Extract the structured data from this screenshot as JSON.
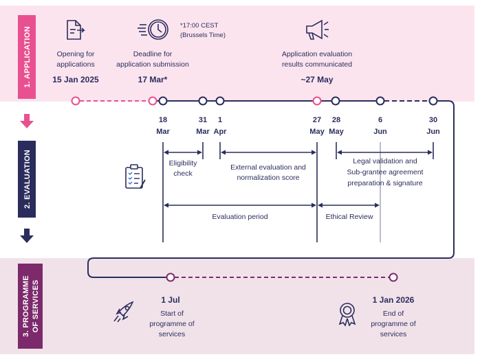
{
  "phases": [
    {
      "label": "1. APPLICATION"
    },
    {
      "label": "2. EVALUATION"
    },
    {
      "label": "3. PROGRAMME OF SERVICES",
      "line1": "3. PROGRAMME",
      "line2": "OF SERVICES"
    }
  ],
  "application": {
    "opening": {
      "line1": "Opening for",
      "line2": "applications",
      "date": "15 Jan 2025"
    },
    "deadline": {
      "line1": "Deadline for",
      "line2": "application submission",
      "date": "17 Mar*",
      "note_line1": "*17:00 CEST",
      "note_line2": "(Brussels Time)"
    },
    "results": {
      "line1": "Application evaluation",
      "line2": "results communicated",
      "date": "~27 May"
    }
  },
  "timeline_dates": [
    {
      "day": "18",
      "month": "Mar"
    },
    {
      "day": "31",
      "month": "Mar"
    },
    {
      "day": "1",
      "month": "Apr"
    },
    {
      "day": "27",
      "month": "May"
    },
    {
      "day": "28",
      "month": "May"
    },
    {
      "day": "6",
      "month": "Jun"
    },
    {
      "day": "30",
      "month": "Jun"
    }
  ],
  "evaluation": {
    "eligibility": {
      "line1": "Eligibility",
      "line2": "check"
    },
    "external": {
      "line1": "External evaluation and",
      "line2": "normalization score"
    },
    "legal": {
      "line1": "Legal validation and",
      "line2": "Sub-grantee agreement",
      "line3": "preparation & signature"
    },
    "period": "Evaluation period",
    "ethical": "Ethical Review"
  },
  "services": {
    "start": {
      "date": "1 Jul",
      "line1": "Start of",
      "line2": "programme of",
      "line3": "services"
    },
    "end": {
      "date": "1 Jan 2026",
      "line1": "End of",
      "line2": "programme of",
      "line3": "services"
    }
  },
  "colors": {
    "navy": "#2a2d5c",
    "pink": "#e8508f",
    "purple": "#7c2a6b",
    "band1": "#fce4ef",
    "band3": "#f1e2ea"
  },
  "icons": [
    "document-icon",
    "clock-icon",
    "megaphone-icon",
    "checklist-icon",
    "rocket-icon",
    "award-icon"
  ]
}
